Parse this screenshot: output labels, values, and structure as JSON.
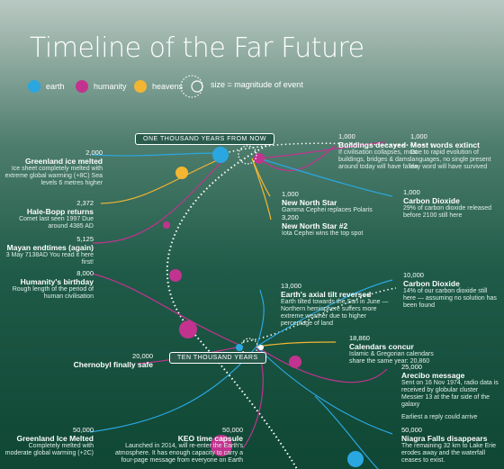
{
  "title": "Timeline of the Far Future",
  "legend": {
    "earth": "earth",
    "humanity": "humanity",
    "heavens": "heavens",
    "size_note": "size = magnitude of event"
  },
  "colors": {
    "earth": "#2aa7e0",
    "humanity": "#c2338f",
    "heavens": "#f2b632"
  },
  "markers": {
    "one_thousand": "ONE THOUSAND YEARS FROM NOW",
    "ten_thousand": "TEN THOUSAND YEARS"
  },
  "events": {
    "greenland": {
      "num": "2,000",
      "name": "Greenland ice melted",
      "desc": "Ice sheet completely melted with extreme global warming (+8C) Sea levels 6 metres higher"
    },
    "halebopp": {
      "num": "2,372",
      "name": "Hale-Bopp returns",
      "desc": "Comet last seen 1997 Due around 4385 AD"
    },
    "mayan": {
      "num": "5,125",
      "name": "Mayan endtimes (again)",
      "desc": "3 May 7138AD You read it here first!"
    },
    "birthday": {
      "num": "8,000",
      "name": "Humanity's birthday",
      "desc": "Rough length of the period of human civilisation"
    },
    "chernobyl": {
      "num": "20,000",
      "name": "Chernobyl finally safe"
    },
    "greenland2": {
      "num": "50,000",
      "name": "Greenland Ice Melted",
      "desc": "Completely melted with moderate global warming (+2C)"
    },
    "keo": {
      "num": "50,000",
      "name": "KEO time capsule",
      "desc": "Launched in 2014, will re-enter the Earth's atmosphere. It has enough capacity to carry a four-page message from everyone on Earth"
    },
    "buildings": {
      "num": "1,000",
      "name": "Buildings decayed",
      "desc": "If civilisation collapses, most buildings, bridges & dams around today will have fallen"
    },
    "words": {
      "num": "1,000",
      "name": "Most words extinct",
      "desc": "Due to rapid evolution of languages, no single present day word will have survived"
    },
    "northstar": {
      "num": "1,000",
      "name": "New North Star",
      "desc": "Gamma Cephei replaces Polaris"
    },
    "northstar2": {
      "num": "3,200",
      "name": "New North Star #2",
      "desc": "Iota Cephei wins the top spot"
    },
    "co2a": {
      "num": "1,000",
      "name": "Carbon Dioxide",
      "desc": "29% of carbon dioxide released before 2100 still here"
    },
    "co2b": {
      "num": "10,000",
      "name": "Carbon Dioxide",
      "desc": "14% of our carbon dioxide still here — assuming no solution has been found"
    },
    "tilt": {
      "num": "13,000",
      "name": "Earth's axial tilt reversed",
      "desc": "Earth tilted towards the Sun in June — Northern hemisphere suffers more extreme weather due to higher percentage of land"
    },
    "calendars": {
      "num": "18,860",
      "name": "Calendars concur",
      "desc": "Islamic & Gregorian calendars share the same year: 20,860"
    },
    "arecibo": {
      "num": "25,000",
      "name": "Arecibo message",
      "desc": "Sent on 16 Nov 1974, radio data is received by globular cluster Messier 13 at the far side of the galaxy",
      "reply": "Earliest a reply could arrive"
    },
    "niagara": {
      "num": "50,000",
      "name": "Niagra Falls disappears",
      "desc": "The remaining 32 km to Lake Erie erodes away and the waterfall ceases to exist."
    }
  }
}
